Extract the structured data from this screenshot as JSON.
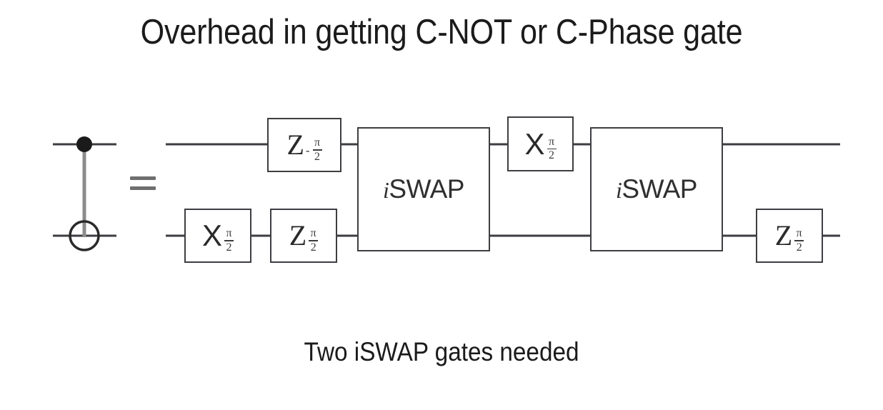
{
  "slide": {
    "title": "Overhead in getting C-NOT or C-Phase gate",
    "caption": "Two iSWAP gates needed",
    "background_color": "#ffffff",
    "ink_color": "#2a2a2a",
    "wire_color": "#3e3e42"
  },
  "equivalence": {
    "operator": "=",
    "left_side": {
      "name": "cnot-gate",
      "description": "controlled-NOT gate symbol",
      "control_symbol": "filled-dot",
      "target_symbol": "circle-plus",
      "wires": 2
    }
  },
  "circuit": {
    "wire_count": 2,
    "wire_labels": [
      "top-qubit-wire",
      "bottom-qubit-wire"
    ],
    "gates": [
      {
        "id": "x-bottom-1",
        "letter": "X",
        "letter_style": "sans",
        "sign": "",
        "subscript_num": "π",
        "subscript_den": "2",
        "wire": "bottom",
        "label": "X pi/2"
      },
      {
        "id": "z-top-1",
        "letter": "Z",
        "letter_style": "serif",
        "sign": "-",
        "subscript_num": "π",
        "subscript_den": "2",
        "wire": "top",
        "label": "Z minus pi/2"
      },
      {
        "id": "z-bottom-1",
        "letter": "Z",
        "letter_style": "serif",
        "sign": "",
        "subscript_num": "π",
        "subscript_den": "2",
        "wire": "bottom",
        "label": "Z pi/2"
      },
      {
        "id": "iswap-1",
        "letter": "iSWAP",
        "italic_prefix": "i",
        "rest": "SWAP",
        "wire": "both",
        "label": "iSWAP"
      },
      {
        "id": "x-top-1",
        "letter": "X",
        "letter_style": "sans",
        "sign": "",
        "subscript_num": "π",
        "subscript_den": "2",
        "wire": "top",
        "label": "X pi/2"
      },
      {
        "id": "iswap-2",
        "letter": "iSWAP",
        "italic_prefix": "i",
        "rest": "SWAP",
        "wire": "both",
        "label": "iSWAP"
      },
      {
        "id": "z-bottom-2",
        "letter": "Z",
        "letter_style": "serif",
        "sign": "",
        "subscript_num": "π",
        "subscript_den": "2",
        "wire": "bottom",
        "label": "Z pi/2"
      }
    ]
  }
}
